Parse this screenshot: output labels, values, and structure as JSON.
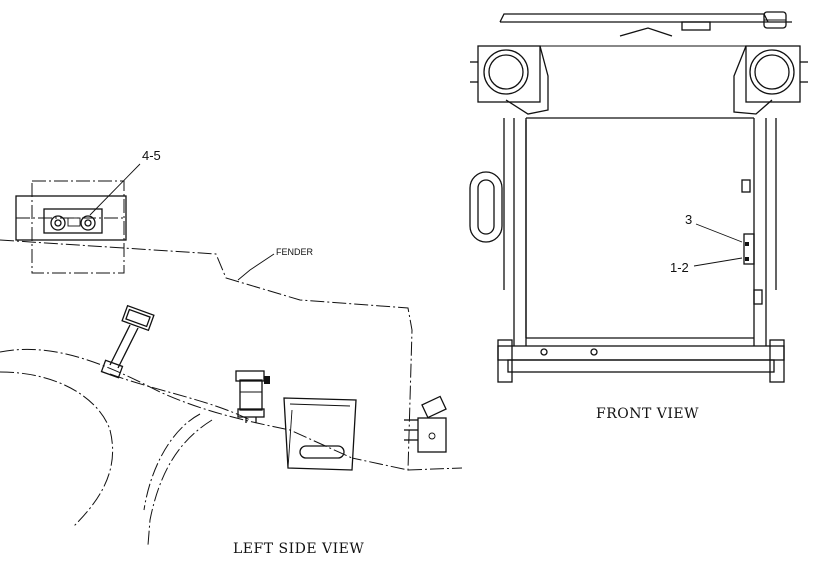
{
  "labels": {
    "callout_4_5": "4-5",
    "fender": "FENDER",
    "callout_3": "3",
    "callout_1_2": "1-2"
  },
  "views": {
    "left_side": "LEFT SIDE VIEW",
    "front": "FRONT VIEW"
  }
}
